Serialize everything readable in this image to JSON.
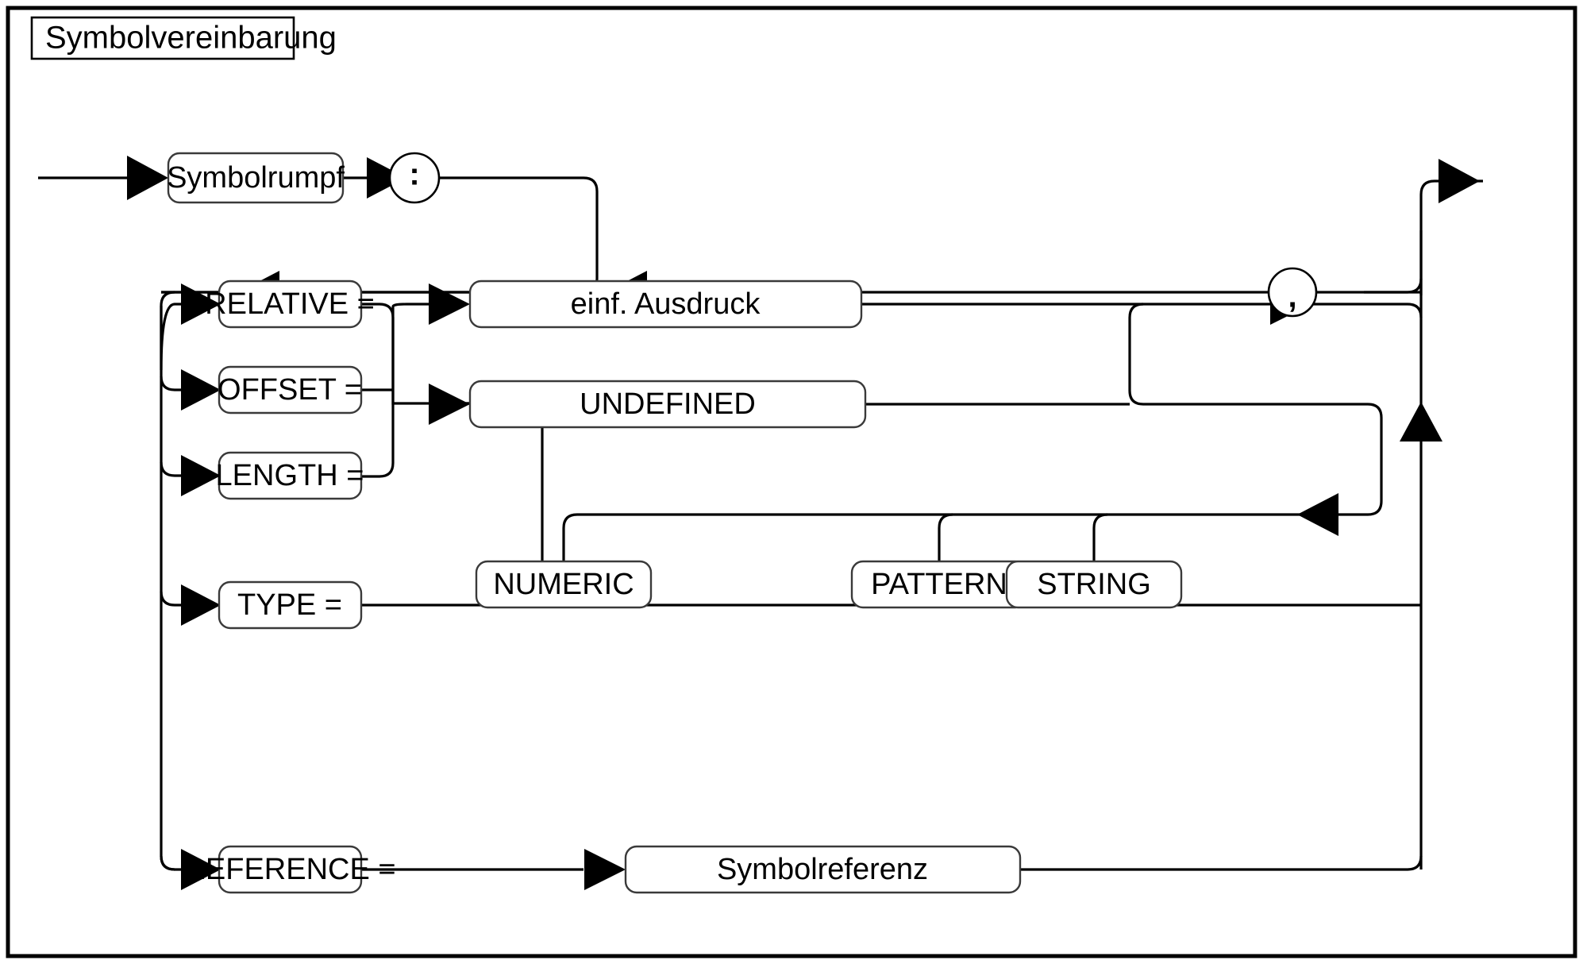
{
  "diagram": {
    "type": "railroad-syntax-diagram",
    "language": "de",
    "title": "Symbolvereinbarung",
    "nodes": {
      "start_nonterminal": "Symbolrumpf",
      "colon_terminal": ":",
      "comma_terminal": ",",
      "attributes": [
        {
          "id": "relative",
          "label": "RELATIVE ="
        },
        {
          "id": "offset",
          "label": "OFFSET ="
        },
        {
          "id": "length",
          "label": "LENGTH ="
        },
        {
          "id": "type",
          "label": "TYPE ="
        },
        {
          "id": "reference",
          "label": "REFERENCE ="
        }
      ],
      "values": [
        {
          "id": "einf-ausdruck",
          "label": "einf. Ausdruck",
          "kind": "nonterminal"
        },
        {
          "id": "undefined",
          "label": "UNDEFINED",
          "kind": "terminal"
        },
        {
          "id": "symbolreferenz",
          "label": "Symbolreferenz",
          "kind": "nonterminal"
        }
      ],
      "type_values": [
        {
          "id": "numeric",
          "label": "NUMERIC"
        },
        {
          "id": "pattern",
          "label": "PATTERN"
        },
        {
          "id": "string",
          "label": "STRING"
        }
      ]
    },
    "colors": {
      "line": "#000000",
      "box_stroke": "#3a3a3a",
      "background": "#ffffff",
      "text": "#000000"
    }
  }
}
